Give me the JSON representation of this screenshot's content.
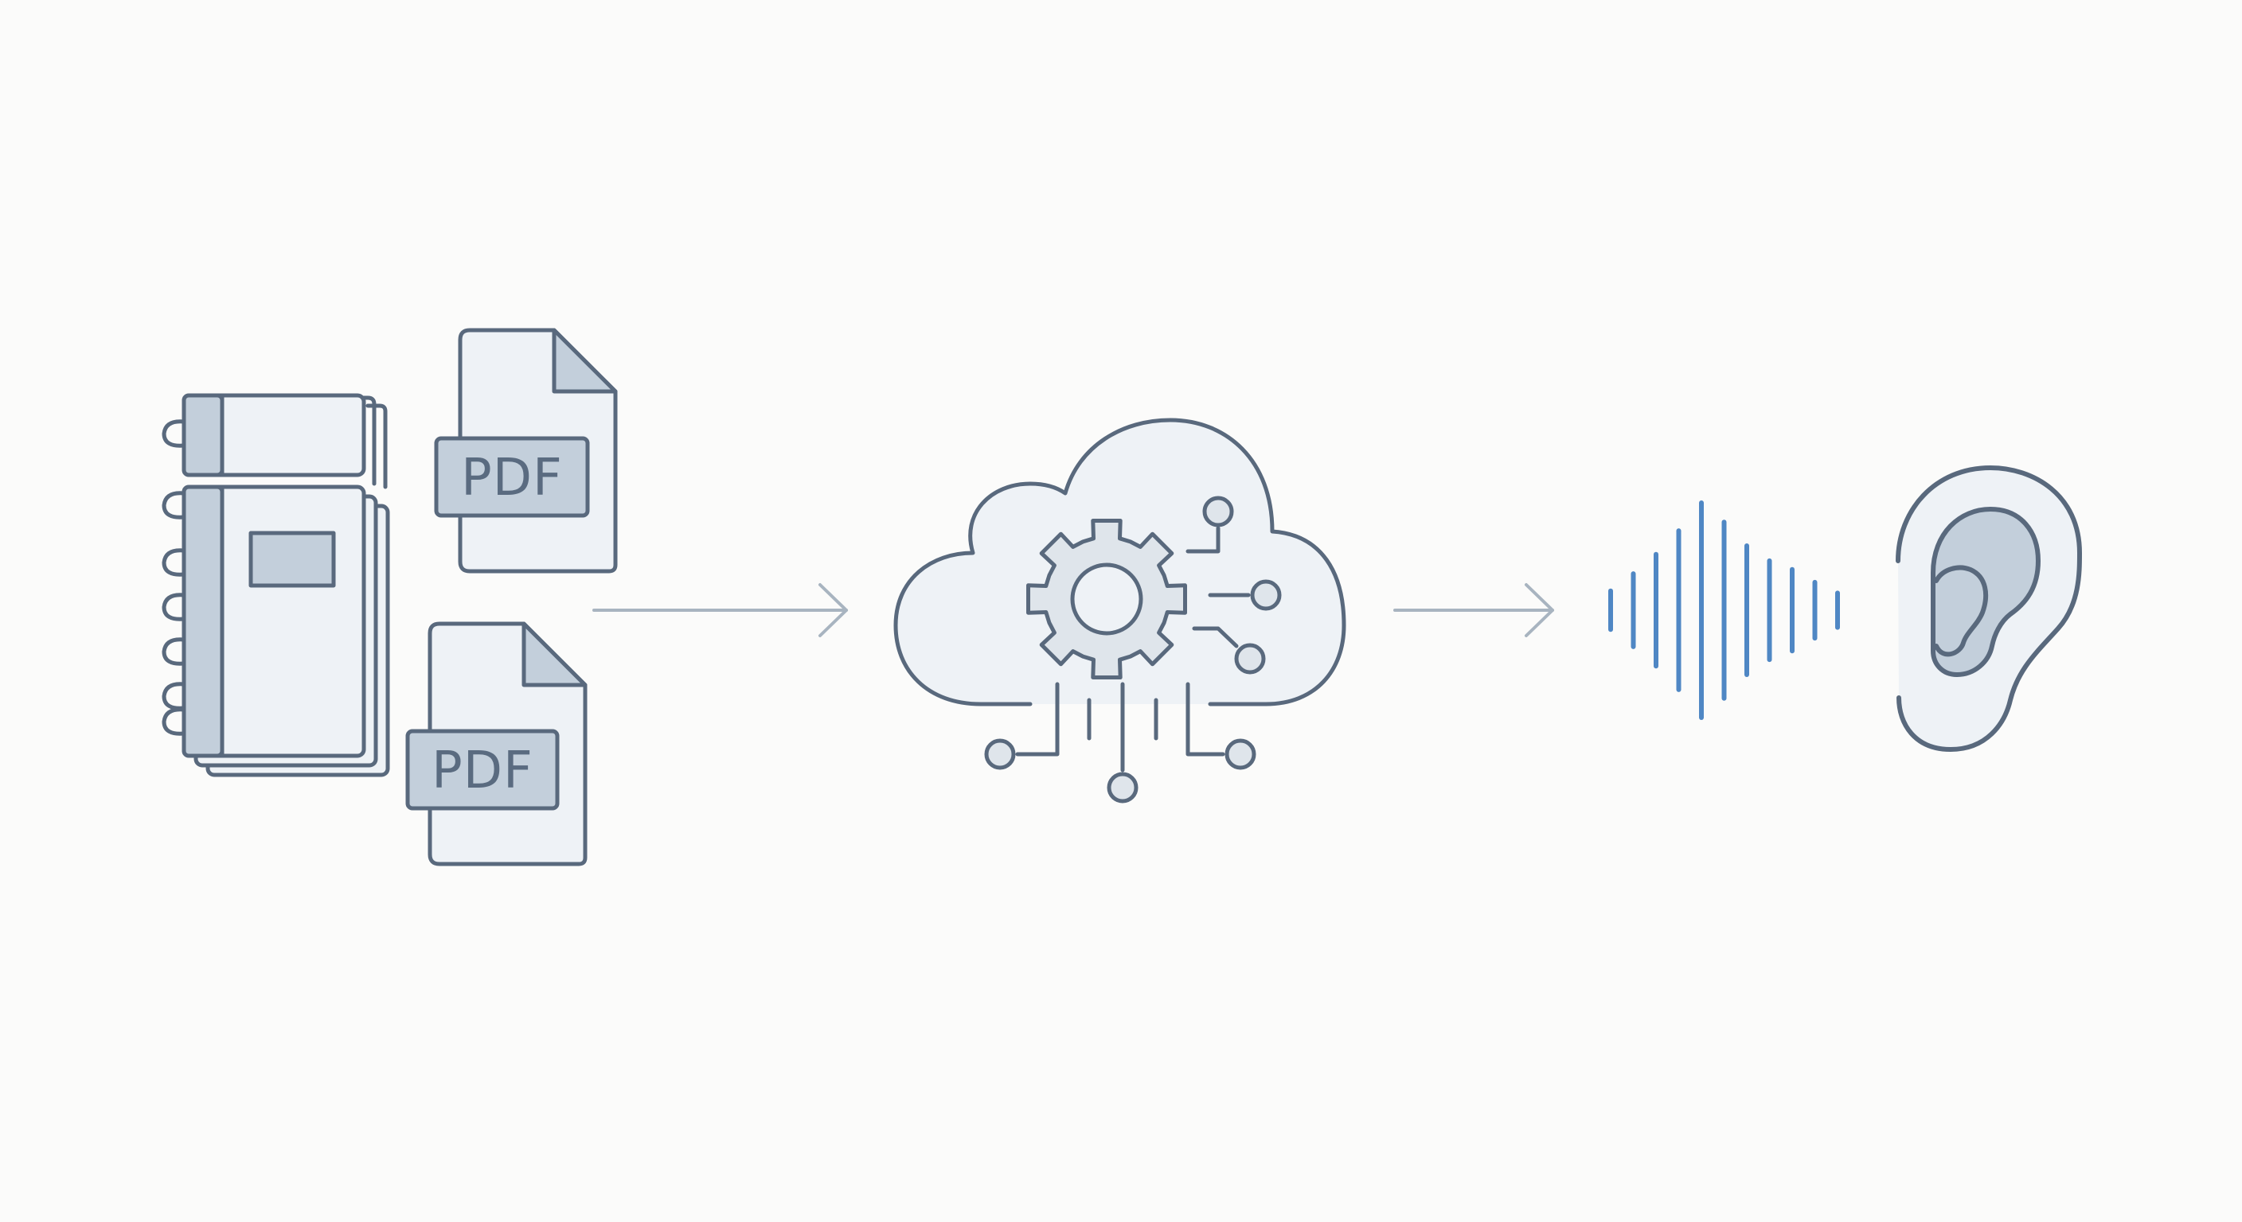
{
  "documents": {
    "pdf_top_label": "PDF",
    "pdf_bottom_label": "PDF"
  },
  "colors": {
    "stroke": "#59697d",
    "fill_light": "#eef2f6",
    "fill_mid": "#c3cfdb",
    "gear_fill": "#dfe5eb",
    "arrow": "#a8b4c0",
    "wave": "#4f87c4",
    "background": "#fbfbfa"
  },
  "icons": [
    "notebook-stack-icon",
    "pdf-file-icon",
    "cloud-icon",
    "gear-icon",
    "circuit-icon",
    "arrow-right-icon",
    "sound-wave-icon",
    "ear-icon"
  ],
  "sound_wave": {
    "amplitudes": [
      0.18,
      0.34,
      0.52,
      0.74,
      1.0,
      0.82,
      0.6,
      0.46,
      0.38,
      0.26,
      0.16
    ]
  }
}
